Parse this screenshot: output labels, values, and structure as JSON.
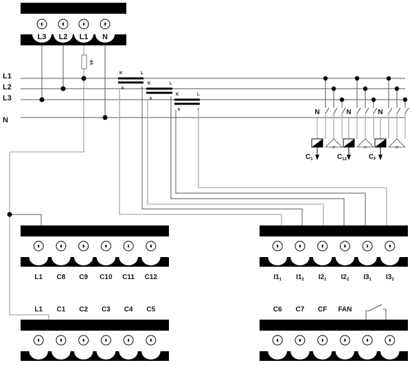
{
  "supply_block": {
    "terminals": [
      "L3",
      "L2",
      "L1",
      "N"
    ],
    "fuse_label": "4A"
  },
  "bus_lines": [
    "L1",
    "L2",
    "L3",
    "N"
  ],
  "current_transformers": [
    {
      "primary": [
        "K",
        "L"
      ],
      "secondary": [
        "k",
        "l"
      ]
    },
    {
      "primary": [
        "K",
        "L"
      ],
      "secondary": [
        "k",
        "l"
      ]
    },
    {
      "primary": [
        "K",
        "L"
      ],
      "secondary": [
        "k",
        "l"
      ]
    }
  ],
  "capacitor_banks": [
    {
      "neutral_label": "N",
      "label": "C",
      "subscript": "1"
    },
    {
      "neutral_label": "N",
      "label": "C",
      "subscript": "12"
    },
    {
      "neutral_label": "N",
      "label": "C",
      "subscript": "F"
    }
  ],
  "terminal_block_mid_left": {
    "labels": [
      "L1",
      "C8",
      "C9",
      "C10",
      "C11",
      "C12"
    ]
  },
  "terminal_block_mid_right": {
    "labels": [
      {
        "base": "I1",
        "sub": "1"
      },
      {
        "base": "I1",
        "sub": "2"
      },
      {
        "base": "I2",
        "sub": "1"
      },
      {
        "base": "I2",
        "sub": "2"
      },
      {
        "base": "I3",
        "sub": "1"
      },
      {
        "base": "I3",
        "sub": "2"
      }
    ]
  },
  "terminal_block_bottom_left": {
    "labels": [
      "L1",
      "C1",
      "C2",
      "C3",
      "C4",
      "C5"
    ]
  },
  "terminal_block_bottom_right": {
    "labels": [
      "C6",
      "C7",
      "CF",
      "FAN"
    ],
    "alarm_contact": "relay-contact"
  }
}
